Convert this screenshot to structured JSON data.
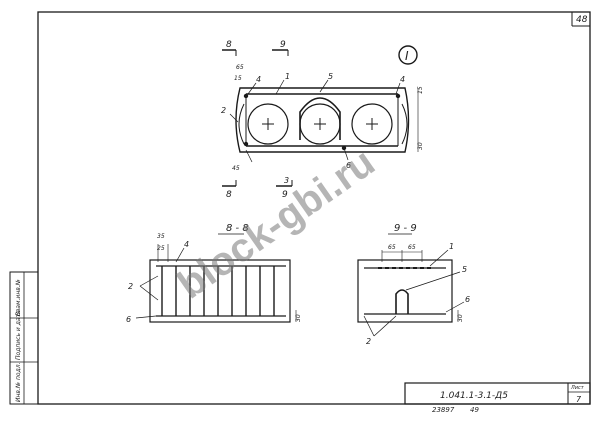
{
  "sheet": {
    "page_number": "48",
    "orientation_mark": "I",
    "title_block": {
      "designation": "1.041.1-3.1-Д5",
      "sheet_label": "Лист",
      "sheet_number": "7"
    },
    "footer": {
      "code": "23897",
      "page": "49"
    },
    "side_stamp": [
      "Инв.№ подл.",
      "Подпись и дата",
      "Взам.инв.№"
    ],
    "watermark": "block-gbi.ru"
  },
  "plan": {
    "section_markers": {
      "a": "8",
      "b": "9",
      "a_bottom": "8",
      "b_bottom": "9"
    },
    "callouts": [
      "1",
      "2",
      "3",
      "4",
      "4",
      "5",
      "6"
    ],
    "dims": {
      "left_top": "65",
      "left_second": "15",
      "left_bottom": "45",
      "right_top": "15",
      "right_bottom": "30"
    }
  },
  "section_8": {
    "title": "8 - 8",
    "dims": {
      "top_a": "35",
      "top_b": "25",
      "right": "30"
    },
    "callouts": [
      "4",
      "2",
      "6"
    ]
  },
  "section_9": {
    "title": "9 - 9",
    "dims": {
      "left": "65",
      "right": "65",
      "side": "30"
    },
    "callouts": [
      "1",
      "5",
      "6",
      "2"
    ]
  }
}
